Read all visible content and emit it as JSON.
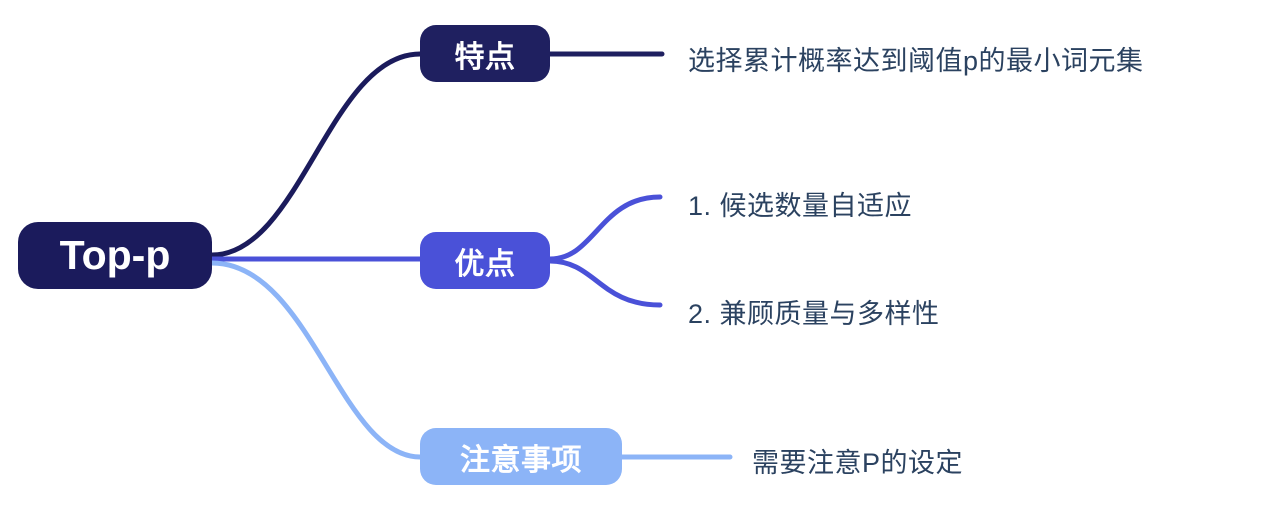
{
  "diagram": {
    "type": "mind-map",
    "title": "Top-p",
    "background_color": "#ffffff",
    "root": {
      "label": "Top-p",
      "color": "#1b1b5c",
      "text_color": "#ffffff"
    },
    "branches": [
      {
        "label": "特点",
        "color": "#1f2060",
        "text_color": "#ffffff",
        "edge_color": "#1b1b5c",
        "leaves": [
          {
            "text": "选择累计概率达到阈值p的最小词元集"
          }
        ]
      },
      {
        "label": "优点",
        "color": "#4a51d8",
        "text_color": "#ffffff",
        "edge_color": "#4a51d8",
        "leaves": [
          {
            "text": "1. 候选数量自适应"
          },
          {
            "text": "2. 兼顾质量与多样性"
          }
        ]
      },
      {
        "label": "注意事项",
        "color": "#8cb4f7",
        "text_color": "#ffffff",
        "edge_color": "#8cb4f7",
        "leaves": [
          {
            "text": "需要注意P的设定"
          }
        ]
      }
    ],
    "leaf_text_color": "#2b4260"
  }
}
